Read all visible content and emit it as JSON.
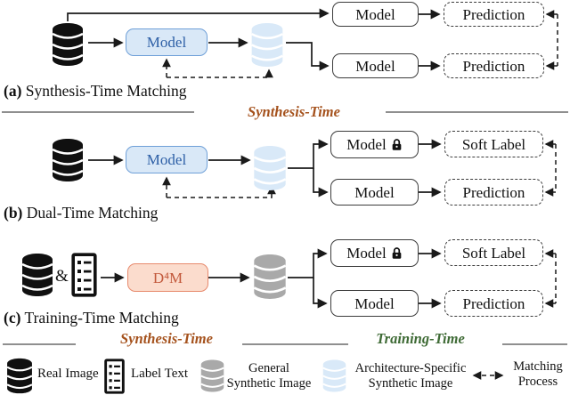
{
  "panels": [
    {
      "tag": "(a)",
      "caption": "Synthesis-Time Matching",
      "generator_label": "Model",
      "models": [
        {
          "label": "Model",
          "locked": false
        },
        {
          "label": "Model",
          "locked": false
        }
      ],
      "outputs": [
        {
          "label": "Prediction"
        },
        {
          "label": "Prediction"
        }
      ]
    },
    {
      "tag": "(b)",
      "caption": "Dual-Time Matching",
      "generator_label": "Model",
      "models": [
        {
          "label": "Model",
          "locked": true
        },
        {
          "label": "Model",
          "locked": false
        }
      ],
      "outputs": [
        {
          "label": "Soft Label"
        },
        {
          "label": "Prediction"
        }
      ]
    },
    {
      "tag": "(c)",
      "caption": "Training-Time Matching",
      "generator_label": "D⁴M",
      "ampersand": "&",
      "models": [
        {
          "label": "Model",
          "locked": true
        },
        {
          "label": "Model",
          "locked": false
        }
      ],
      "outputs": [
        {
          "label": "Soft Label"
        },
        {
          "label": "Prediction"
        }
      ]
    }
  ],
  "dividers": {
    "mid_synthesis": "Synthesis-Time",
    "bottom_synthesis": "Synthesis-Time",
    "bottom_training": "Training-Time"
  },
  "legend": {
    "real_image": "Real Image",
    "label_text": "Label Text",
    "general_synthetic": {
      "line1": "General",
      "line2": "Synthetic Image"
    },
    "arch_specific": {
      "line1": "Architecture-Specific",
      "line2": "Synthetic Image"
    },
    "matching": {
      "line1": "Matching",
      "line2": "Process"
    }
  },
  "colors": {
    "model_box_fill": "#d9e8f7",
    "model_box_border": "#6fa0d8",
    "model_box_text": "#2d5fa6",
    "d4m_box_fill": "#fbdccd",
    "d4m_box_border": "#e78a6d",
    "d4m_box_text": "#c2593c",
    "synthesis_time_text": "#a5521d",
    "training_time_text": "#3f6b36",
    "real_db": "#101010",
    "general_synthetic_db": "#a9a9a9",
    "arch_synthetic_db": "#d9e9f8",
    "line": "#1a1a1a",
    "divider_line": "#8f8f8f"
  }
}
